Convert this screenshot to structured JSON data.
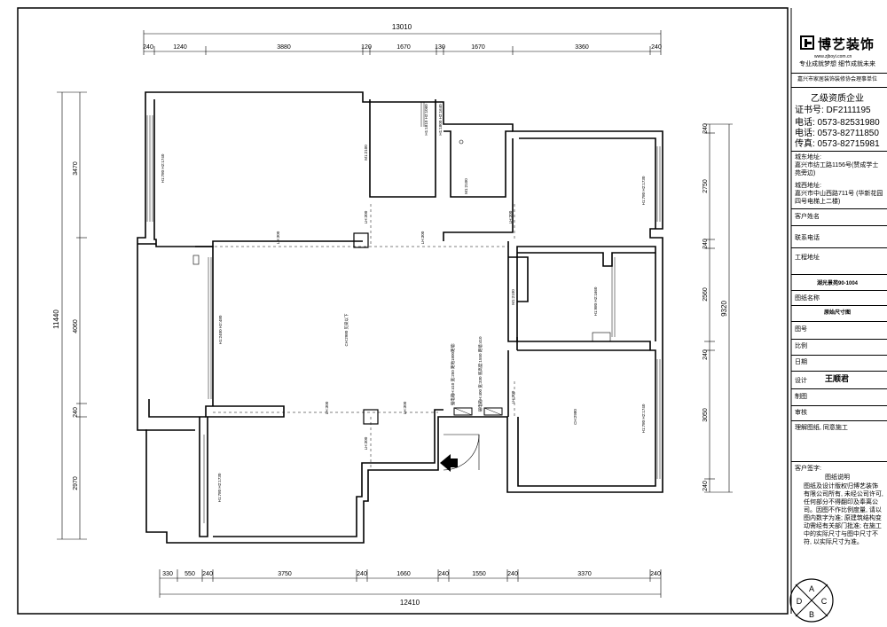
{
  "drawing": {
    "top_dims": {
      "overall": "13010",
      "segments": [
        "240",
        "1240",
        "3880",
        "120",
        "1670",
        "130",
        "1670",
        "3360",
        "240"
      ]
    },
    "bottom_dims": {
      "overall": "12410",
      "segments": [
        "330",
        "550",
        "240",
        "3750",
        "240",
        "1660",
        "240",
        "1550",
        "240",
        "3370",
        "240"
      ]
    },
    "left_dims": {
      "overall": "11440",
      "segments": [
        "3470",
        "4060",
        "240",
        "2970"
      ]
    },
    "right_dims": {
      "overall": "9320",
      "segments": [
        "240",
        "2750",
        "240",
        "2560",
        "240",
        "3050",
        "240"
      ]
    },
    "labels": {
      "window_1": "H1:780 H2:1740",
      "window_2": "H1:780 H2:1730",
      "window_3": "H1:980 H2:1660",
      "window_4": "H1:780 H2:1740",
      "window_5": "H1:780 H2:1730",
      "window_6": "H1:2400 H2:480",
      "kitchen_win_1": "H1:1810 H2:1060",
      "kitchen_win_2": "H1:1800 H2:1640",
      "door_1": "M1:2100",
      "door_2": "M1:2100",
      "door_3": "M1:2100",
      "beam_1": "LH:300",
      "beam_2": "LH:300",
      "beam_3": "LH:300",
      "beam_4": "LH:300",
      "beam_5": "LH:300",
      "beam_6": "LH:300",
      "beam_7": "LH:300",
      "beam_8": "LH:300",
      "ceiling_main": "CH:2980 见梁以下",
      "ceiling_room": "CH:2980",
      "meter_1": "强电箱H:410 宽:250 距地1800距墙:",
      "meter_2": "弱电箱H:400 宽:330 底高度:1550 距墙:410"
    }
  },
  "panel": {
    "brand_name": "博艺装饰",
    "brand_url": "www.zjboyi.com.cn",
    "slogan": "专业成就梦想  细节成就未来",
    "association": "嘉兴市家居装饰装修协会理事单位",
    "qualification": "乙级资质企业",
    "cert": "证书号: DF2111195",
    "phone1": "电话: 0573-82531980",
    "phone2": "电话: 0573-82711850",
    "fax": "传真: 0573-82715981",
    "addr1_title": "城东地址:",
    "addr1_body": "嘉兴市纺工路1156号(赞成学士苑旁边)",
    "addr2_title": "城西地址:",
    "addr2_body": "嘉兴市中山西路711号 (华新花园四号电梯上二楼)",
    "client_name": "客户姓名",
    "client_phone": "联系电话",
    "project_addr": "工程地址",
    "project_value": "湖光景苑90-1004",
    "drawing_name_label": "图纸名称",
    "drawing_name": "原始尺寸图",
    "drawing_no": "图号",
    "scale": "比例",
    "date": "日期",
    "designer_label": "设计",
    "designer": "王顺君",
    "drafter": "制图",
    "reviewer": "审核",
    "agreement": "理解图纸, 同意施工",
    "signature": "客户签字:",
    "notes_title": "图纸说明",
    "notes_body": "图纸及设计版权归博艺装饰有限公司所有, 未经公司许可, 任何部分不得翻印及奉离公司。因图不作比例度量, 请以图内数字为准; 原建筑结构变动需经有关部门批准; 在施工中的实际尺寸与图中尺寸不符, 以实际尺寸为准。",
    "disc": [
      "A",
      "B",
      "C",
      "D"
    ]
  }
}
